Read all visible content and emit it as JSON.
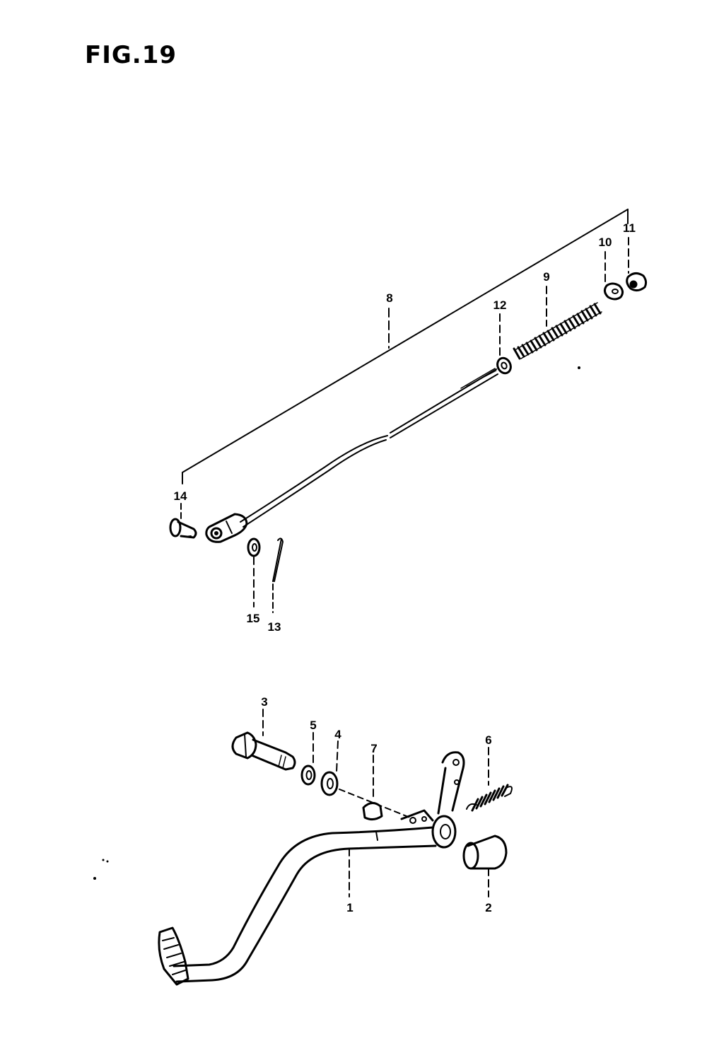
{
  "figure": {
    "title": "FIG.19"
  },
  "callouts": {
    "c1": "1",
    "c2": "2",
    "c3": "3",
    "c4": "4",
    "c5": "5",
    "c6": "6",
    "c7": "7",
    "c8": "8",
    "c9": "9",
    "c10": "10",
    "c11": "11",
    "c12": "12",
    "c13": "13",
    "c14": "14",
    "c15": "15"
  }
}
